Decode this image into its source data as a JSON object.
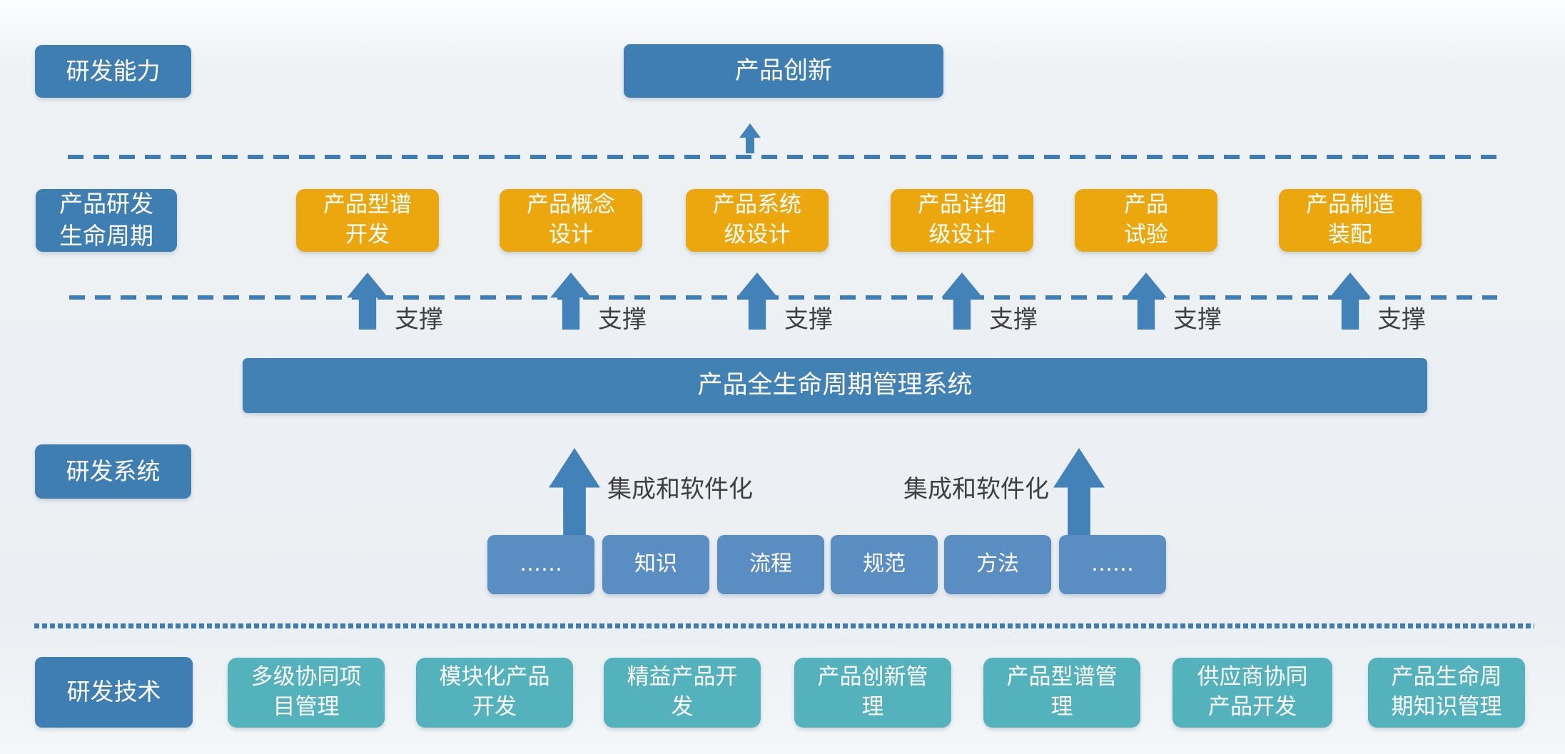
{
  "diagram": {
    "row_capability": {
      "side_label": "研发能力",
      "main_box": "产品创新"
    },
    "row_lifecycle": {
      "side_label": "产品研发\n生命周期",
      "stages": [
        "产品型谱\n开发",
        "产品概念\n设计",
        "产品系统\n级设计",
        "产品详细\n级设计",
        "产品\n试验",
        "产品制造\n装配"
      ],
      "support_label": "支撑"
    },
    "row_system": {
      "side_label": "研发系统",
      "plm_bar": "产品全生命周期管理系统",
      "integration_label": "集成和软件化",
      "elements": [
        "……",
        "知识",
        "流程",
        "规范",
        "方法",
        "……"
      ]
    },
    "row_technology": {
      "side_label": "研发技术",
      "items": [
        "多级协同项\n目管理",
        "模块化产品\n开发",
        "精益产品开\n发",
        "产品创新管\n理",
        "产品型谱管\n理",
        "供应商协同\n产品开发",
        "产品生命周\n期知识管理"
      ]
    },
    "colors": {
      "dark_blue": "#3E7EB2",
      "bar_blue": "#4181B4",
      "medium_blue": "#5A8EC3",
      "teal": "#53B2BC",
      "orange": "#ECA70F",
      "arrow_blue": "#4282B8",
      "line_blue": "#3D7CB4",
      "annotation_text": "#3F3F3F"
    }
  }
}
